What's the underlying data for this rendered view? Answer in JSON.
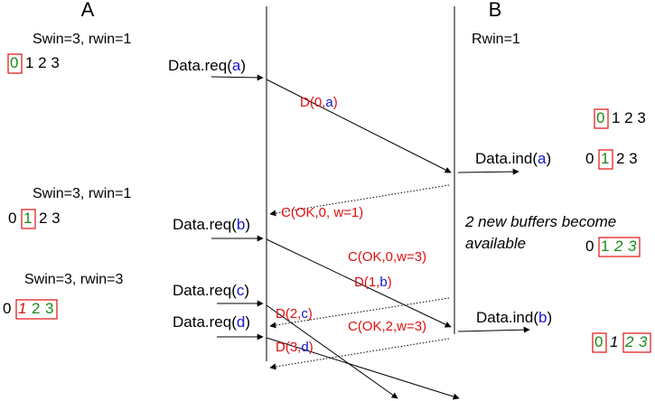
{
  "colors": {
    "black": "#000000",
    "red": "#e01010",
    "blue": "#1515d0",
    "green": "#1a8a1a"
  },
  "entities": {
    "sender": "A",
    "receiver": "B"
  },
  "sender_states": [
    {
      "label": "Swin=3, rwin=1",
      "window": {
        "before": "",
        "boxed": [
          {
            "t": "0",
            "c": "green",
            "i": false
          }
        ],
        "after": "1 2 3"
      }
    },
    {
      "label": "Swin=3, rwin=1",
      "window": {
        "before": "0",
        "boxed": [
          {
            "t": "1",
            "c": "green",
            "i": false
          }
        ],
        "after": "2 3"
      }
    },
    {
      "label": "Swin=3, rwin=3",
      "window": {
        "before": "0",
        "boxed": [
          {
            "t": "1",
            "c": "red",
            "i": true
          },
          {
            "t": "2",
            "c": "green",
            "i": false
          },
          {
            "t": "3",
            "c": "green",
            "i": false
          }
        ],
        "after": ""
      }
    }
  ],
  "receiver_label": "Rwin=1",
  "receiver_windows": [
    {
      "before": "",
      "boxed": [
        {
          "t": "0",
          "c": "green",
          "i": false
        }
      ],
      "after": "1 2 3"
    },
    {
      "before": "0",
      "boxed": [
        {
          "t": "1",
          "c": "green",
          "i": false
        }
      ],
      "after": "2 3"
    },
    {
      "before": "0",
      "boxed": [
        {
          "t": "1",
          "c": "green",
          "i": false
        },
        {
          "t": "2",
          "c": "green",
          "i": true
        },
        {
          "t": "3",
          "c": "green",
          "i": true
        }
      ],
      "after": ""
    },
    {
      "before": "",
      "boxed": [
        {
          "t": "0",
          "c": "green",
          "i": false
        }
      ],
      "mid": "1",
      "boxed2": [
        {
          "t": "2",
          "c": "green",
          "i": true
        },
        {
          "t": "3",
          "c": "green",
          "i": true
        }
      ],
      "after": ""
    }
  ],
  "sender_requests": [
    {
      "text": "Data.req(",
      "arg": "a",
      "close": ")"
    },
    {
      "text": "Data.req(",
      "arg": "b",
      "close": ")"
    },
    {
      "text": "Data.req(",
      "arg": "c",
      "close": ")"
    },
    {
      "text": "Data.req(",
      "arg": "d",
      "close": ")"
    }
  ],
  "receiver_indications": [
    {
      "text": "Data.ind(",
      "arg": "a",
      "close": ")"
    },
    {
      "text": "Data.ind(",
      "arg": "b",
      "close": ")"
    }
  ],
  "data_frames": [
    {
      "text": "D(0,",
      "arg": "a",
      "close": ")"
    },
    {
      "text": "D(1,",
      "arg": "b",
      "close": ")"
    },
    {
      "text": "D(2,",
      "arg": "c",
      "close": ")"
    },
    {
      "text": "D(3,",
      "arg": "d",
      "close": ")"
    }
  ],
  "control_frames": [
    {
      "text": "C(OK,0, w=1)"
    },
    {
      "text": "C(OK,0,w=3)"
    },
    {
      "text": "C(OK,2,w=3)"
    }
  ],
  "note": {
    "line1": "2 new buffers become",
    "line2": "available"
  }
}
